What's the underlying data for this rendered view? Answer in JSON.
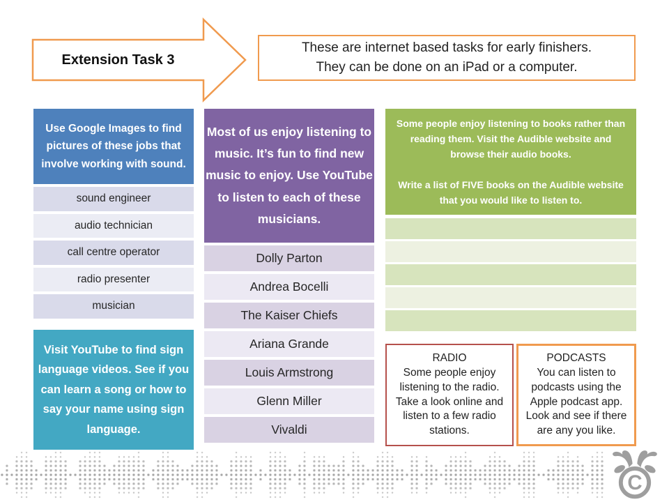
{
  "slide": {
    "arrow_label": "Extension Task 3",
    "intro": {
      "line1": "These are internet based tasks for early finishers.",
      "line2": "They can be done on an iPad or a computer."
    },
    "jobs_task": {
      "header": "Use Google Images to find pictures of these jobs that involve working with sound.",
      "items": [
        "sound engineer",
        "audio technician",
        "call centre operator",
        "radio presenter",
        "musician"
      ]
    },
    "sign_language_task": {
      "text": "Visit YouTube to find sign language videos. See if you can learn a song or how to say your name using sign language."
    },
    "music_task": {
      "header": "Most of us enjoy listening to music. It’s fun to find new music to enjoy. Use YouTube to listen to each of these musicians.",
      "items": [
        "Dolly Parton",
        "Andrea Bocelli",
        "The Kaiser Chiefs",
        "Ariana Grande",
        "Louis Armstrong",
        "Glenn Miller",
        "Vivaldi"
      ]
    },
    "audiobooks_task": {
      "paragraph1": "Some people enjoy listening to books rather than reading them. Visit the Audible website and browse their audio books.",
      "paragraph2": "Write a list of FIVE books on the Audible website that you would like to listen to.",
      "blank_rows": [
        "",
        "",
        "",
        "",
        ""
      ]
    },
    "radio_task": {
      "title": "RADIO",
      "body": "Some people enjoy listening to the radio. Take a look online and listen to a few radio stations."
    },
    "podcasts_task": {
      "title": "PODCASTS",
      "body": "You can listen to podcasts using the Apple podcast app. Look and see if there are any you like."
    },
    "colors": {
      "accent_orange": "#F09A4E",
      "accent_blue": "#4E81BC",
      "accent_teal": "#43A8C3",
      "accent_purple": "#8064A2",
      "accent_green": "#9CBB59",
      "accent_red": "#B5504B",
      "row_lavender_dark": "#D9DAEA",
      "row_lavender_light": "#EBECF4",
      "row_purple_dark": "#D9D2E3",
      "row_purple_light": "#ECE9F3",
      "row_green_dark": "#D7E4BD",
      "row_green_light": "#EDF1E1",
      "decor_gray": "#A6A6A6"
    }
  }
}
